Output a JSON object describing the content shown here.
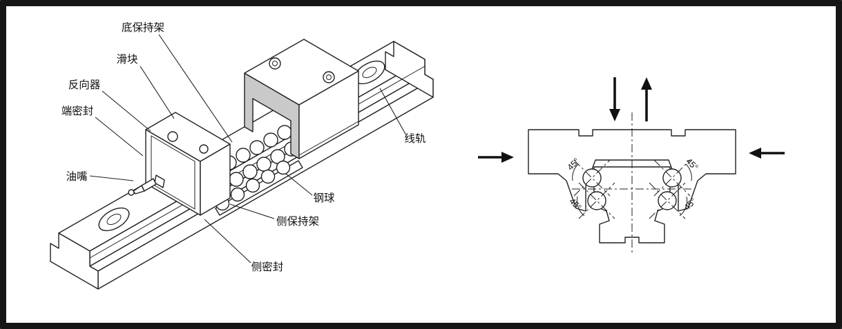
{
  "left": {
    "name": "linear-guide-isometric-view",
    "labels": {
      "bottom_retainer": "底保持架",
      "slider": "滑块",
      "reverser": "反向器",
      "end_seal": "端密封",
      "grease_nipple": "油嘴",
      "rail": "线轨",
      "steel_ball": "钢球",
      "side_retainer": "侧保持架",
      "side_seal": "侧密封"
    }
  },
  "right": {
    "name": "rail-cross-section-load-directions",
    "angles": {
      "top_left": "45°",
      "bottom_left": "45°",
      "top_right": "45°",
      "bottom_right": "45°"
    }
  },
  "colors": {
    "line": "#1f1f1f",
    "cut_fill": "#c9c9c9",
    "background": "#ffffff",
    "frame": "#161616"
  }
}
